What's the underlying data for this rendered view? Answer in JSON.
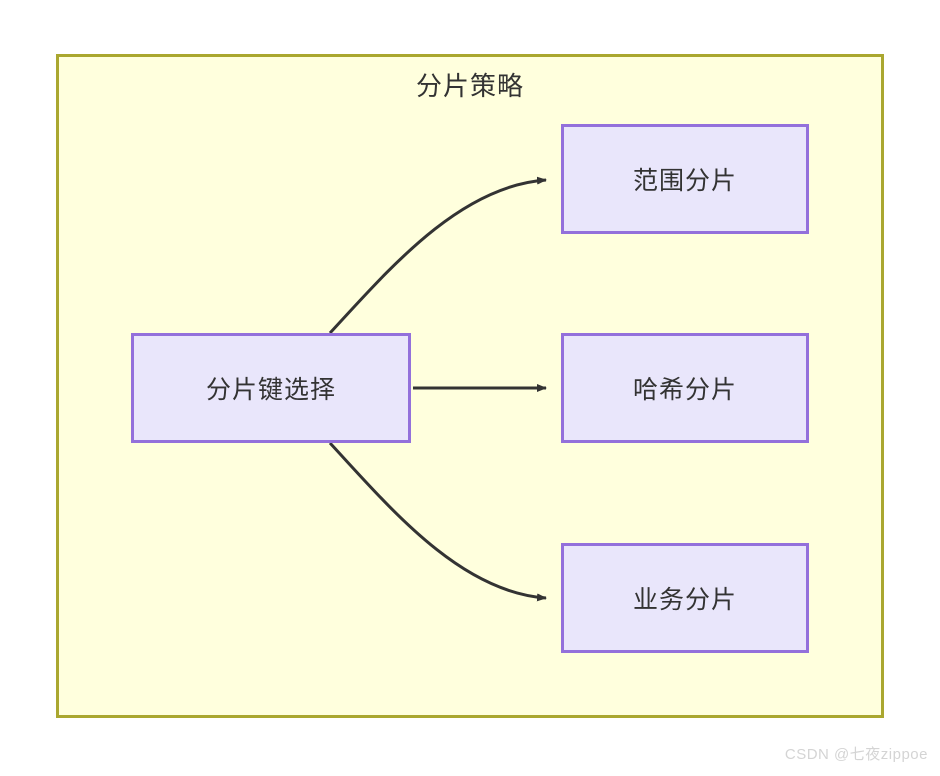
{
  "diagram": {
    "type": "flowchart",
    "group": {
      "title": "分片策略",
      "border_color": "#aaa72f",
      "fill_color": "#ffffdd"
    },
    "node_style": {
      "border_color": "#9370db",
      "fill_color": "#e9e6fb",
      "text_color": "#333333"
    },
    "nodes": [
      {
        "id": "source",
        "label": "分片键选择"
      },
      {
        "id": "range",
        "label": "范围分片"
      },
      {
        "id": "hash",
        "label": "哈希分片"
      },
      {
        "id": "business",
        "label": "业务分片"
      }
    ],
    "edges": [
      {
        "from": "分片键选择",
        "to": "范围分片",
        "style": "curved",
        "arrow": "filled-triangle"
      },
      {
        "from": "分片键选择",
        "to": "哈希分片",
        "style": "straight",
        "arrow": "filled-triangle"
      },
      {
        "from": "分片键选择",
        "to": "业务分片",
        "style": "curved",
        "arrow": "filled-triangle"
      }
    ],
    "edge_color": "#333333"
  },
  "watermark": {
    "text": "CSDN @七夜zippoe"
  }
}
